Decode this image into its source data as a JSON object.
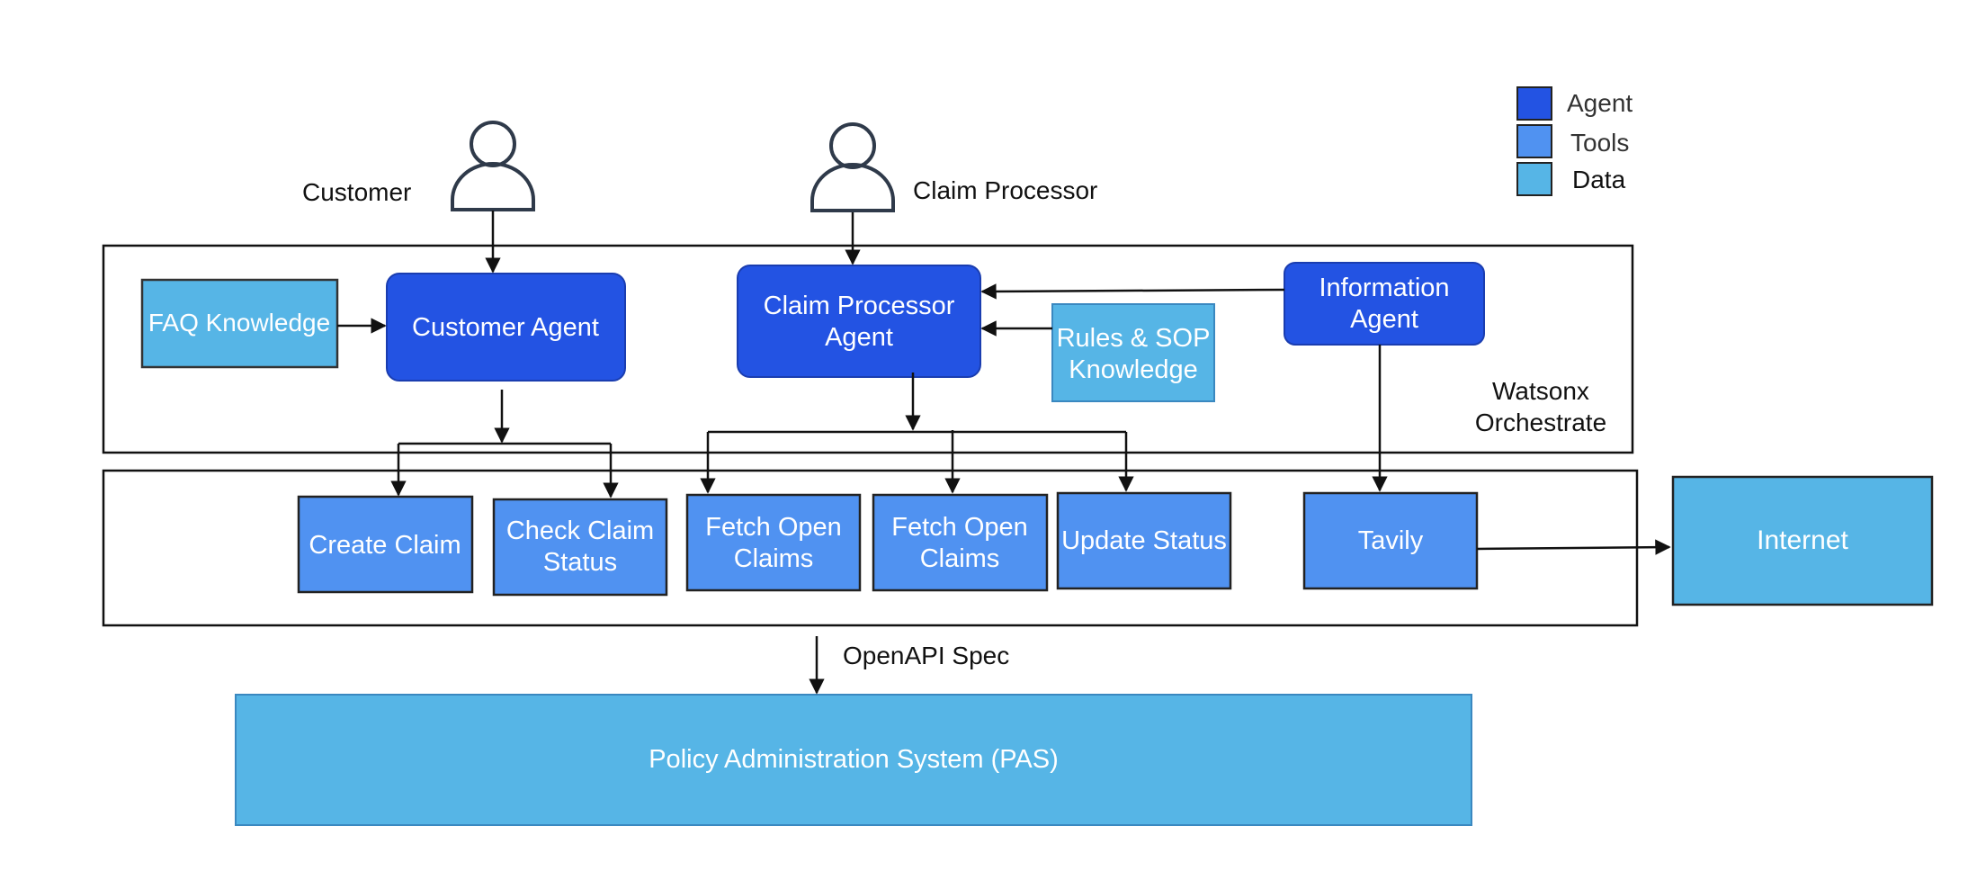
{
  "actors": {
    "customer": "Customer",
    "claim_processor": "Claim Processor"
  },
  "legend": {
    "agent": "Agent",
    "tools": "Tools",
    "data": "Data"
  },
  "colors": {
    "agent": "#2353e3",
    "tools": "#5092f1",
    "data": "#56b5e6",
    "line": "#111111",
    "actor_stroke": "#2f3a4a"
  },
  "orchestrate": {
    "line1": "Watsonx",
    "line2": "Orchestrate"
  },
  "data_sources": {
    "faq": "FAQ Knowledge",
    "rules_line1": "Rules & SOP",
    "rules_line2": "Knowledge",
    "internet": "Internet",
    "pas": "Policy Administration System (PAS)"
  },
  "agents": {
    "customer": "Customer Agent",
    "claim_processor_line1": "Claim Processor",
    "claim_processor_line2": "Agent",
    "information_line1": "Information",
    "information_line2": "Agent"
  },
  "tools": {
    "create_claim": "Create Claim",
    "check_claim_line1": "Check Claim",
    "check_claim_line2": "Status",
    "fetch1_line1": "Fetch Open",
    "fetch1_line2": "Claims",
    "fetch2_line1": "Fetch Open",
    "fetch2_line2": "Claims",
    "update_status": "Update Status",
    "tavily": "Tavily"
  },
  "openapi_label": "OpenAPI Spec"
}
